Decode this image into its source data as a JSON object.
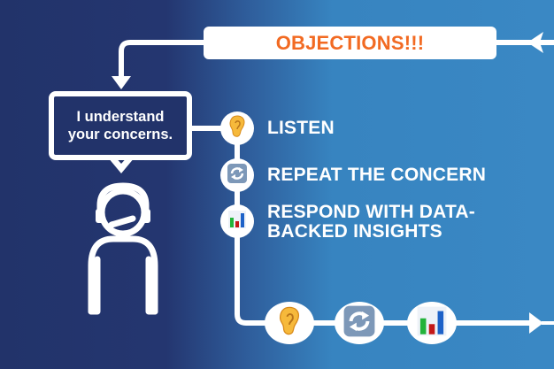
{
  "header": {
    "objections_label": "OBJECTIONS!!!"
  },
  "bubble": {
    "line1": "I understand",
    "line2": "your concerns."
  },
  "steps": [
    {
      "label": "LISTEN",
      "icon": "ear-icon"
    },
    {
      "label": "REPEAT THE CONCERN",
      "icon": "repeat-arrows-icon"
    },
    {
      "label_line1": "RESPOND WITH DATA-",
      "label_line2": "BACKED INSIGHTS",
      "icon": "bar-chart-icon"
    }
  ],
  "flow_bottom": {
    "icons": [
      "ear-icon",
      "repeat-arrows-icon",
      "bar-chart-icon"
    ]
  },
  "colors": {
    "background_dark": "#22336a",
    "background_light": "#3a88c4",
    "accent_orange": "#f26a22",
    "line_white": "#ffffff"
  }
}
